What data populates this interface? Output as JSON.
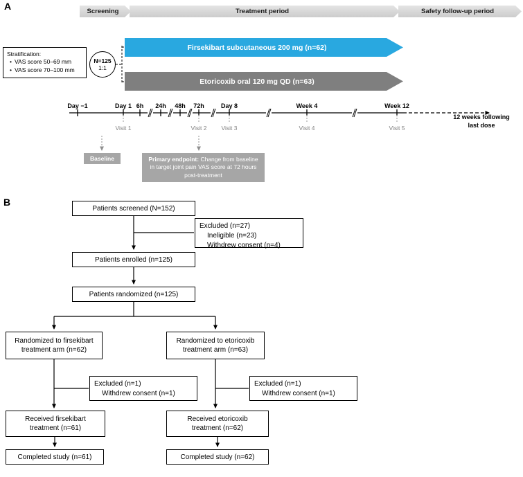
{
  "figure": {
    "panelA": {
      "label": "A",
      "phases": [
        "Screening",
        "Treatment period",
        "Safety follow-up period"
      ],
      "stratification": {
        "title": "Stratification:",
        "bullet": "•",
        "items": [
          "VAS score 50–69 mm",
          "VAS score 70–100 mm"
        ]
      },
      "randomization": {
        "n": "N=125",
        "ratio": "1:1"
      },
      "arms": [
        "Firsekibart subcutaneous 200 mg (n=62)",
        "Etoricoxib oral 120 mg QD (n=63)"
      ],
      "colors": {
        "firsekibart": "#29a8e0",
        "etoricoxib": "#7f7f7f",
        "annotation": "#a6a6a6"
      },
      "timeline": {
        "ticks": [
          "Day −1",
          "Day 1",
          "6h",
          "24h",
          "48h",
          "72h",
          "Day 8",
          "Week 4",
          "Week 12"
        ],
        "visits": [
          "Visit 1",
          "Visit 2",
          "Visit 3",
          "Visit 4",
          "Visit 5"
        ],
        "end_label_line1": "12 weeks following",
        "end_label_line2": "last dose",
        "baseline": "Baseline",
        "primary_endpoint_title": "Primary endpoint:",
        "primary_endpoint_text": "Change from baseline in target joint pain VAS score at 72 hours post-treatment"
      }
    },
    "panelB": {
      "label": "B",
      "screened": "Patients screened (N=152)",
      "excluded_top": {
        "line1": "Excluded (n=27)",
        "line2": "Ineligible (n=23)",
        "line3": "Withdrew consent (n=4)"
      },
      "enrolled": "Patients enrolled (n=125)",
      "randomized": "Patients randomized (n=125)",
      "arm_left": {
        "line1": "Randomized to firsekibart",
        "line2": "treatment arm (n=62)"
      },
      "arm_right": {
        "line1": "Randomized to etoricoxib",
        "line2": "treatment arm (n=63)"
      },
      "excluded_left": {
        "line1": "Excluded (n=1)",
        "line2": "Withdrew consent (n=1)"
      },
      "excluded_right": {
        "line1": "Excluded (n=1)",
        "line2": "Withdrew consent (n=1)"
      },
      "received_left": {
        "line1": "Received firsekibart",
        "line2": "treatment (n=61)"
      },
      "received_right": {
        "line1": "Received etoricoxib",
        "line2": "treatment (n=62)"
      },
      "completed_left": "Completed study (n=61)",
      "completed_right": "Completed study (n=62)"
    }
  }
}
